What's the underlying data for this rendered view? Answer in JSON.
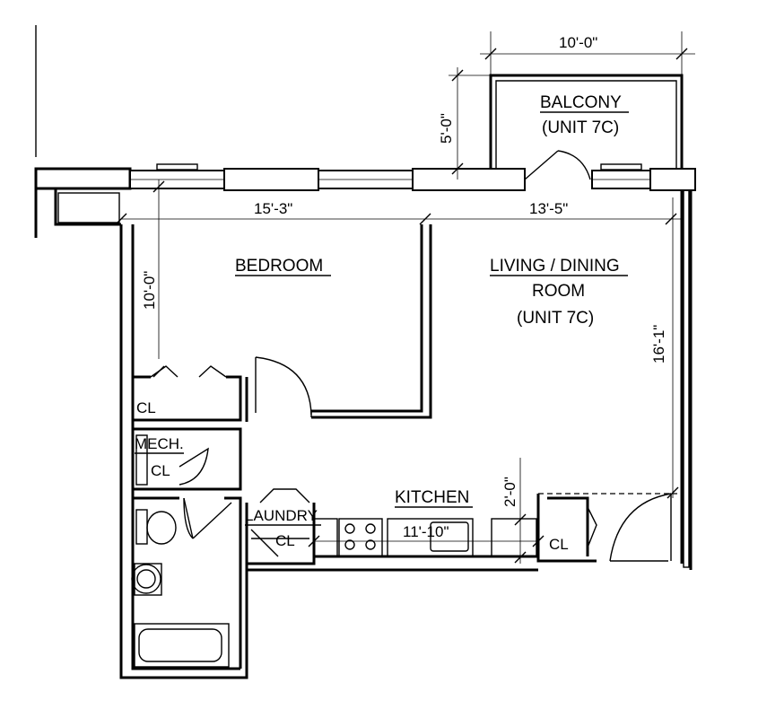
{
  "rooms": {
    "balcony_1": "BALCONY",
    "balcony_2": "(UNIT 7C)",
    "bedroom": "BEDROOM",
    "living_1": "LIVING / DINING",
    "living_2": "ROOM",
    "living_3": "(UNIT 7C)",
    "kitchen": "KITCHEN",
    "laundry": "LAUNDRY",
    "mech": "MECH.",
    "cl_bed": "CL",
    "cl_mech": "CL",
    "cl_laundry": "CL",
    "cl_entry": "CL"
  },
  "dimensions": {
    "balcony_width": "10'-0\"",
    "balcony_depth": "5'-0\"",
    "bedroom_width": "15'-3\"",
    "living_width": "13'-5\"",
    "bedroom_depth": "10'-0\"",
    "living_depth": "16'-1\"",
    "kitchen_depth": "2'-0\"",
    "kitchen_length": "11'-10\""
  }
}
